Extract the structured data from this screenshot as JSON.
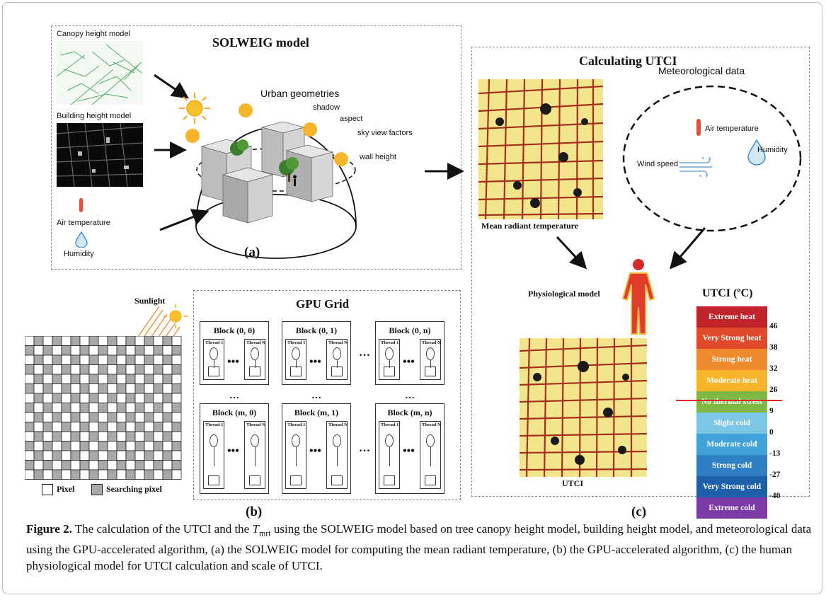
{
  "panel_a": {
    "title": "SOLWEIG model",
    "label": "(a)",
    "inputs": [
      "Canopy height model",
      "Building height model",
      "Air temperature",
      "Humidity"
    ],
    "geometry_title": "Urban geometries",
    "geometry_terms": [
      "shadow",
      "aspect",
      "sky view factors",
      "wall height"
    ]
  },
  "panel_b": {
    "sunlight": "Sunlight",
    "grid_title": "GPU Grid",
    "blocks_top": [
      "Block (0, 0)",
      "Block (0, 1)",
      "Block (0, n)"
    ],
    "blocks_bottom": [
      "Block (m, 0)",
      "Block (m, 1)",
      "Block (m, n)"
    ],
    "thread_first": "Thread 1",
    "thread_last": "Thread N",
    "legend_pixel": "Pixel",
    "legend_search": "Searching pixel",
    "label": "(b)"
  },
  "panel_c": {
    "title": "Calculating UTCI",
    "met_title": "Meteorological data",
    "met_air": "Air temperature",
    "met_humidity": "Humidity",
    "met_wind": "Wind speed",
    "mrt_label": "Mean radiant temperature",
    "physio_label": "Physiological model",
    "utci_map_label": "UTCI",
    "scale_title": "UTCI (ºC)",
    "label": "(c)",
    "scale": [
      {
        "label": "Extreme heat",
        "color": "#c0242a"
      },
      {
        "label": "Very Strong heat",
        "color": "#e04a2a"
      },
      {
        "label": "Strong heat",
        "color": "#f08a2e"
      },
      {
        "label": "Moderate heat",
        "color": "#f7b52b"
      },
      {
        "label": "No thermal stress",
        "color": "#7fb843"
      },
      {
        "label": "Slight cold",
        "color": "#7cc6e6"
      },
      {
        "label": "Moderate cold",
        "color": "#42a3d8"
      },
      {
        "label": "Strong cold",
        "color": "#2f7fc4"
      },
      {
        "label": "Very Strong cold",
        "color": "#1d5fa8"
      },
      {
        "label": "Extreme cold",
        "color": "#7b3aa6"
      }
    ],
    "ticks": [
      "46",
      "38",
      "32",
      "26",
      "9",
      "0",
      "-13",
      "-27",
      "-40"
    ]
  },
  "caption": {
    "label": "Figure 2.",
    "text_1": " The calculation of the UTCI and the ",
    "tmrt_main": "T",
    "tmrt_sub": "mrt",
    "text_2": " using the SOLWEIG model based on tree canopy height model, building height model, and meteorological data using the GPU-accelerated algorithm, (a) the SOLWEIG model for computing the mean radiant temperature, (b) the GPU-accelerated algorithm, (c) the human physiological model for UTCI calculation and scale of UTCI."
  }
}
